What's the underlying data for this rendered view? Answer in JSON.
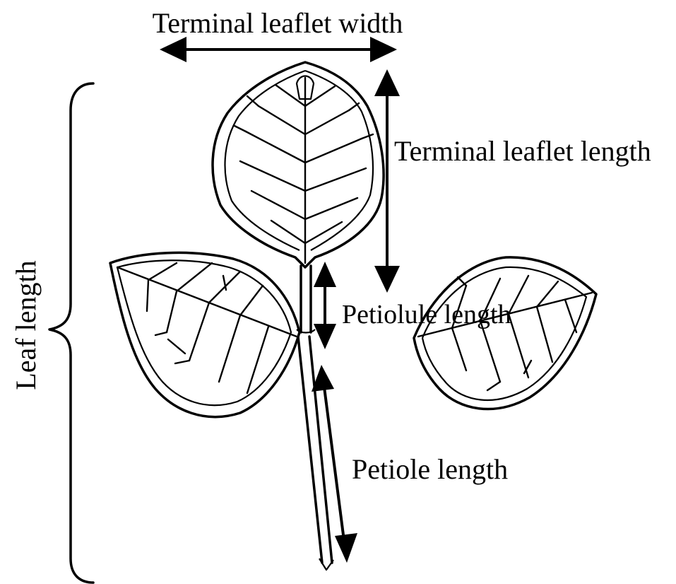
{
  "labels": {
    "terminal_leaflet_width": "Terminal leaflet width",
    "terminal_leaflet_length": "Terminal leaflet length",
    "petiolule_length": "Petiolule length",
    "petiole_length": "Petiole length",
    "leaf_length": "Leaf length"
  }
}
